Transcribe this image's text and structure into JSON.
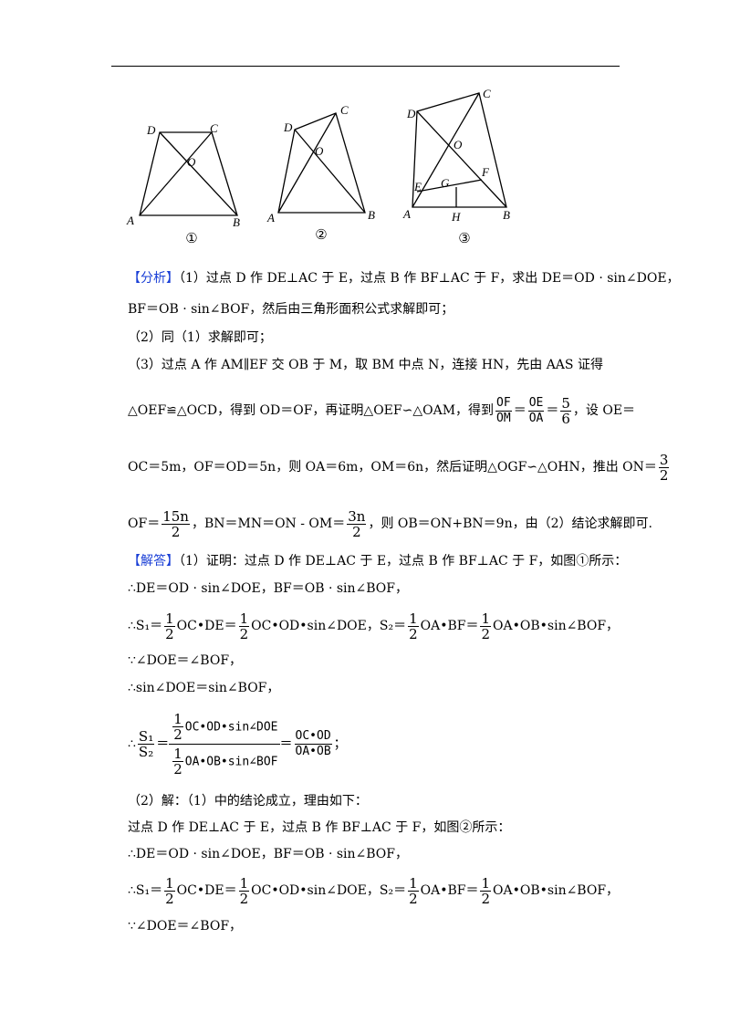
{
  "figures": {
    "fig1": {
      "caption": "①",
      "labels": {
        "A": "A",
        "B": "B",
        "C": "C",
        "D": "D",
        "O": "O"
      }
    },
    "fig2": {
      "caption": "②",
      "labels": {
        "A": "A",
        "B": "B",
        "C": "C",
        "D": "D",
        "O": "O"
      }
    },
    "fig3": {
      "caption": "③",
      "labels": {
        "A": "A",
        "B": "B",
        "C": "C",
        "D": "D",
        "O": "O",
        "E": "E",
        "F": "F",
        "G": "G",
        "H": "H"
      }
    }
  },
  "analysis": {
    "tag": "【分析】",
    "l1": "（1）过点 D 作 DE⊥AC 于 E，过点 B 作 BF⊥AC 于 F，求出 DE＝OD · sin∠DOE，",
    "l2": "BF＝OB · sin∠BOF，然后由三角形面积公式求解即可；",
    "l3": "（2）同（1）求解即可；",
    "l4": "（3）过点 A 作 AM∥EF 交 OB 于 M，取 BM 中点 N，连接 HN，先由 AAS 证得",
    "l5a": "△OEF≌△OCD，得到 OD＝OF，再证明△OEF∽△OAM，得到",
    "l5_f1n": "OF",
    "l5_f1d": "OM",
    "l5_eq1": "＝",
    "l5_f2n": "OE",
    "l5_f2d": "OA",
    "l5_eq2": "＝",
    "l5_f3n": "5",
    "l5_f3d": "6",
    "l5b": "，设 OE＝",
    "l6a": "OC＝5m，OF＝OD＝5n，则 OA＝6m，OM＝6n，然后证明△OGF∽△OHN，推出 ON＝",
    "l6_fn": "3",
    "l6_fd": "2",
    "l7a": "OF＝",
    "l7_f1n": "15n",
    "l7_f1d": "2",
    "l7b": "，BN＝MN＝ON - OM＝",
    "l7_f2n": "3n",
    "l7_f2d": "2",
    "l7c": "，则 OB＝ON+BN＝9n，由（2）结论求解即可."
  },
  "solution": {
    "tag": "【解答】",
    "s1": "（1）证明：过点 D 作 DE⊥AC 于 E，过点 B 作 BF⊥AC 于 F，如图①所示：",
    "s2": "∴DE＝OD · sin∠DOE，BF＝OB · sin∠BOF，",
    "s3a": "∴S₁＝",
    "half": "1",
    "two": "2",
    "s3b": "OC•DE＝",
    "s3c": "OC•OD•sin∠DOE，S₂＝",
    "s3d": "OA•BF＝",
    "s3e": "OA•OB•sin∠BOF，",
    "s4": "∵∠DOE＝∠BOF，",
    "s5": "∴sin∠DOE＝sin∠BOF，",
    "s6a": "∴",
    "s6_n": "S₁",
    "s6_d": "S₂",
    "s6_eq": "＝",
    "s6_bign": "OC•OD•sin∠DOE",
    "s6_bigd": "OA•OB•sin∠BOF",
    "s6_eq2": "＝",
    "s6_rn": "OC•OD",
    "s6_rd": "OA•OB",
    "s6_end": "；",
    "s7": "（2）解：（1）中的结论成立，理由如下：",
    "s8": "过点 D 作 DE⊥AC 于 E，过点 B 作 BF⊥AC 于 F，如图②所示：",
    "s9": "∴DE＝OD · sin∠DOE，BF＝OB · sin∠BOF，",
    "s10a": "∴S₁＝",
    "s10b": "OC•DE＝",
    "s10c": "OC•OD•sin∠DOE，S₂＝",
    "s10d": "OA•BF＝",
    "s10e": "OA•OB•sin∠BOF，",
    "s11": "∵∠DOE＝∠BOF，"
  }
}
